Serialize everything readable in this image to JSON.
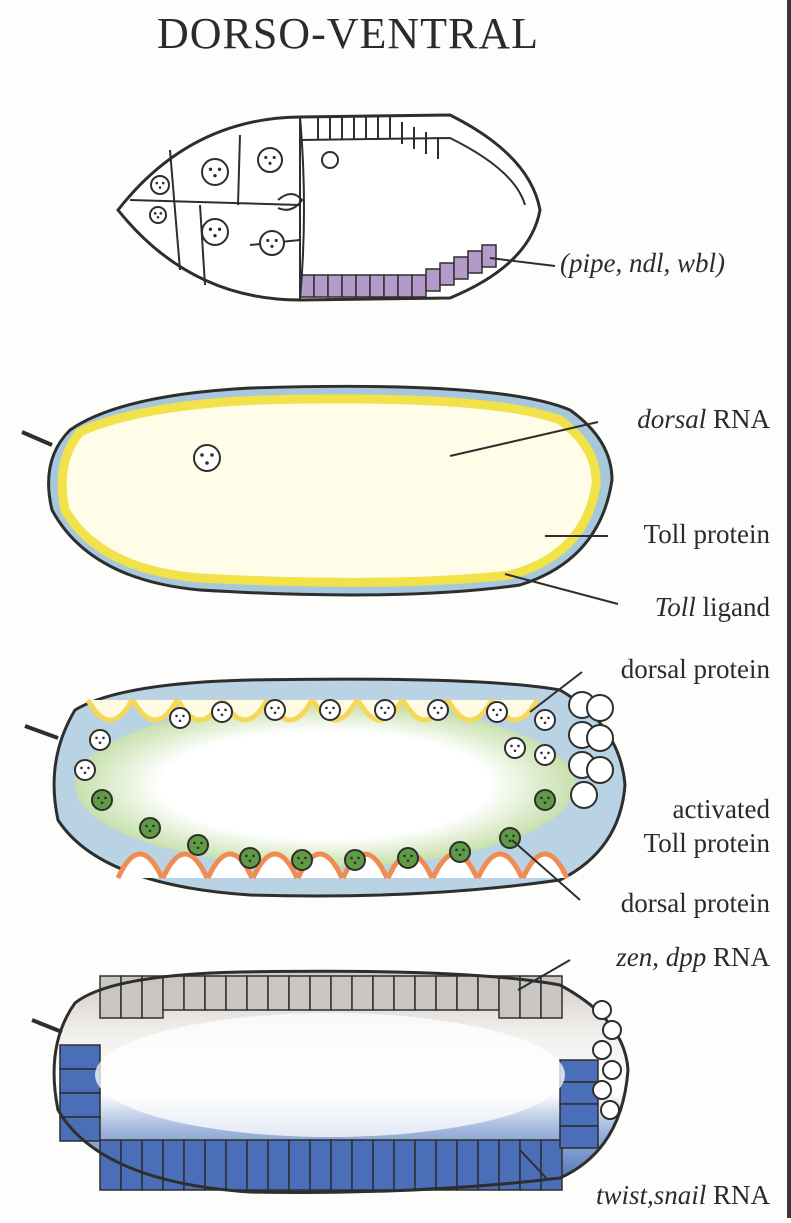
{
  "title": "DORSO-VENTRAL",
  "labels": {
    "pipe": "(pipe, ndl, wbl)",
    "dorsal_rna_gene": "dorsal",
    "dorsal_rna_suffix": " RNA",
    "toll_protein": "Toll protein",
    "toll_ligand_gene": "Toll",
    "toll_ligand_suffix": " ligand",
    "dorsal_protein_top": "dorsal  protein",
    "activated_1": "activated",
    "activated_2": "Toll protein",
    "dorsal_protein_bottom": "dorsal  protein",
    "zen_dpp_gene": "zen, dpp",
    "zen_dpp_suffix": " RNA",
    "twist_snail_gene": "twist,snail",
    "twist_snail_suffix": " RNA"
  },
  "colors": {
    "outline": "#2e2e2e",
    "pipe_purple": "#b49ac8",
    "dorsal_rna_yellow": "#f2e24a",
    "toll_blue": "#a7c7dc",
    "dorsal_protein_green": "#9cc77a",
    "nucleus_green": "#5f9a45",
    "activated_orange": "#f08b52",
    "zen_gray": "#c9c5c2",
    "twist_blue": "#4a6fb8"
  }
}
